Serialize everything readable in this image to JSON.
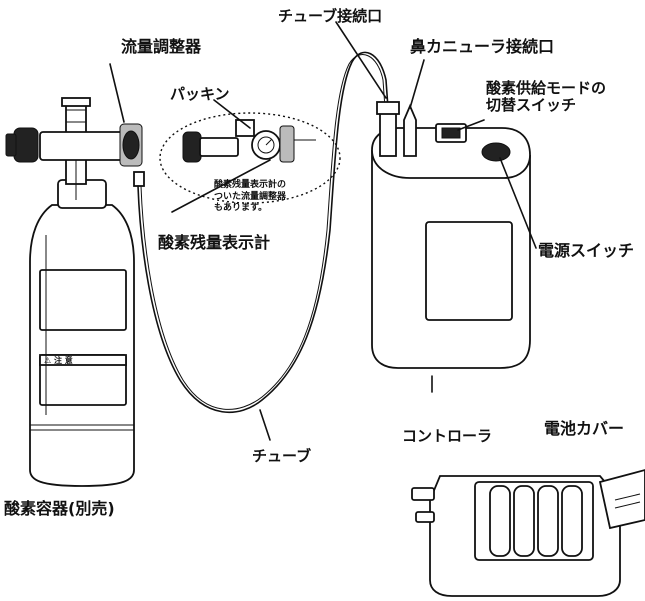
{
  "labels": {
    "flow_regulator": "流量調整器",
    "packing": "パッキン",
    "regulator_note_1": "酸素残量表示計の",
    "regulator_note_2": "ついた流量調整器",
    "regulator_note_3": "もあります。",
    "gauge": "酸素残量表示計",
    "tube_port": "チューブ接続口",
    "cannula_port": "鼻カニューラ接続口",
    "mode_switch_1": "酸素供給モードの",
    "mode_switch_2": "切替スイッチ",
    "power_switch": "電源スイッチ",
    "controller": "コントローラ",
    "tube": "チューブ",
    "battery_cover": "電池カバー",
    "cylinder": "酸素容器(別売)",
    "cylinder_warning": "⚠ 注 意"
  }
}
